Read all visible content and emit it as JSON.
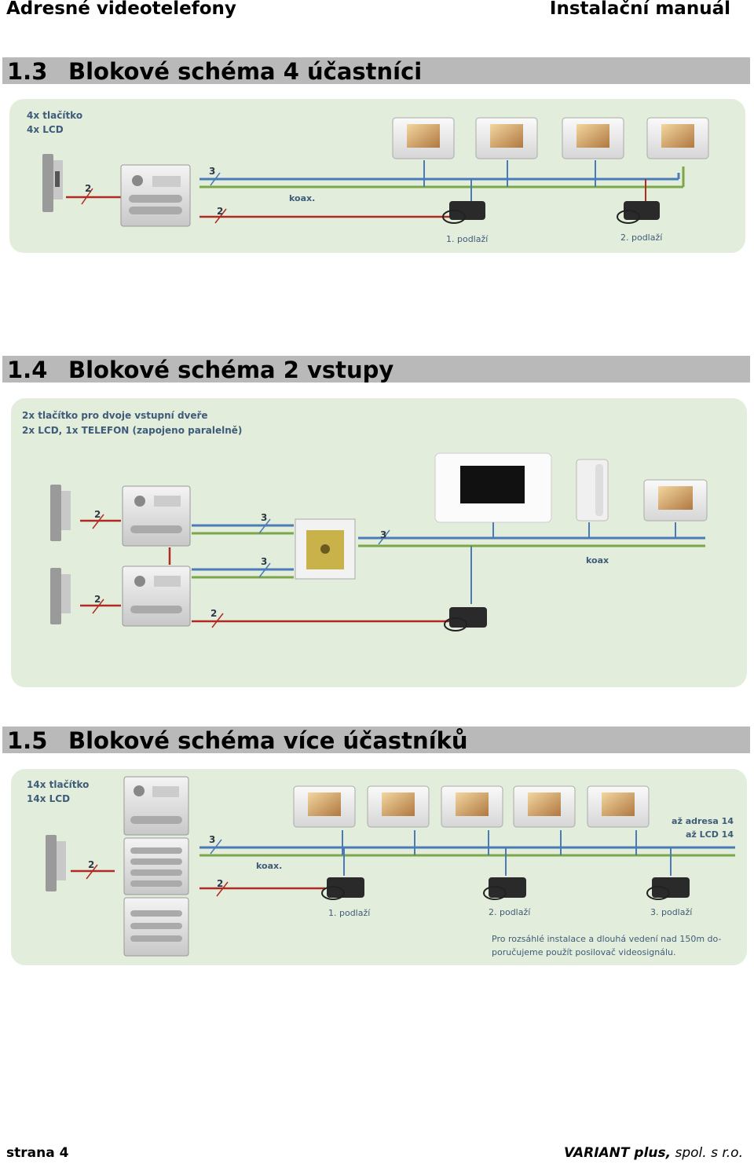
{
  "header": {
    "left": "Adresné videotelefony",
    "right": "Instalační manuál"
  },
  "sections": [
    {
      "number": "1.3",
      "title": "Blokové schéma 4 účastníci",
      "notes": [
        "4x tlačítko",
        "4x LCD"
      ],
      "wire_labels": {
        "bus": "3",
        "lock": "2",
        "power": "2",
        "coax": "koax."
      },
      "floors": [
        "1. podlaží",
        "2. podlaží"
      ]
    },
    {
      "number": "1.4",
      "title": "Blokové schéma 2 vstupy",
      "notes": [
        "2x tlačítko pro dvoje vstupní dveře",
        "2x LCD, 1x TELEFON (zapojeno paralelně)"
      ],
      "wire_labels": {
        "bus": "3",
        "lock": "2",
        "power": "2",
        "coax": "koax"
      }
    },
    {
      "number": "1.5",
      "title": "Blokové schéma více účastníků",
      "notes": [
        "14x tlačítko",
        "14x LCD"
      ],
      "wire_labels": {
        "bus": "3",
        "lock": "2",
        "power": "2",
        "coax": "koax."
      },
      "range": [
        "až adresa 14",
        "až LCD 14"
      ],
      "floors": [
        "1. podlaží",
        "2. podlaží",
        "3. podlaží"
      ],
      "footnote": [
        "Pro rozsáhlé instalace a dlouhá vedení nad 150m do-",
        "poručujeme použít posilovač videosignálu."
      ]
    }
  ],
  "footer": {
    "left": "strana 4",
    "right_bold": "VARIANT plus,",
    "right_rest": " spol. s r.o."
  },
  "colors": {
    "bus": "#4a7ab8",
    "green": "#7ca64a",
    "red": "#b02a22",
    "panel": "#e3eddb",
    "section_bar": "#b9b9b9"
  }
}
